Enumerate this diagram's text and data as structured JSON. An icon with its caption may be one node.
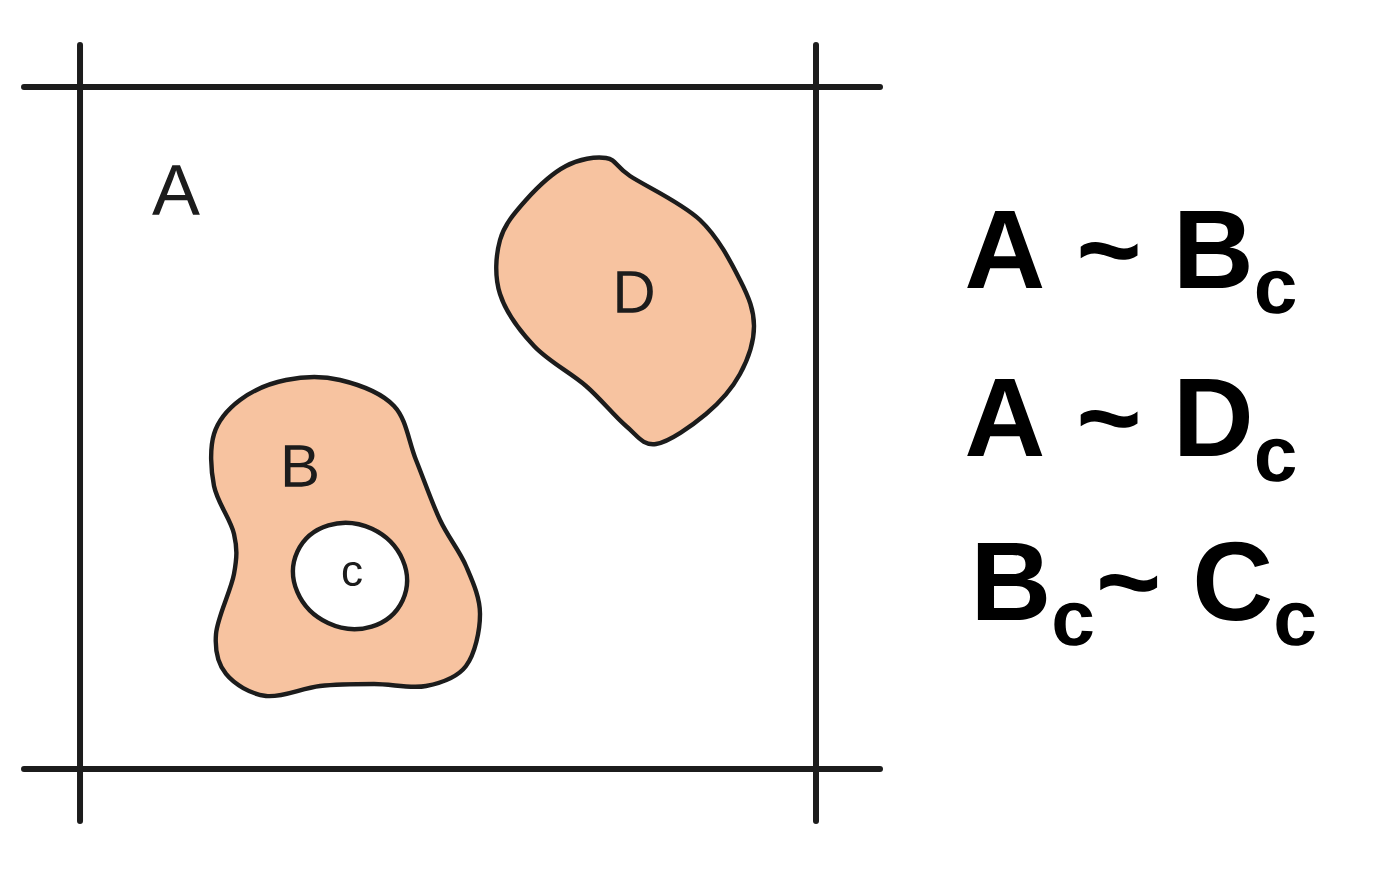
{
  "diagram": {
    "nodes": [
      {
        "text": [
          "A"
        ]
      },
      {
        "text": [
          "D"
        ],
        "in": 0
      },
      {
        "text": [
          "B"
        ],
        "in": 0
      },
      {
        "text": [
          "c"
        ],
        "in": 2
      }
    ],
    "labels": [
      "A ~ B$_{c}$",
      "A ~ D$_{c}$",
      "B$_{c}$~ C$_{c}$"
    ]
  }
}
